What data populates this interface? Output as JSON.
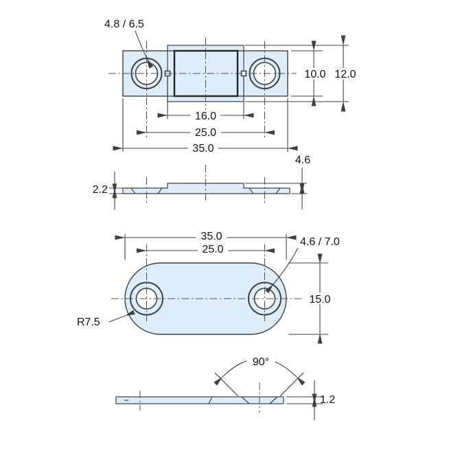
{
  "drawing_colors": {
    "part_fill": "#dcedf9",
    "line": "#3c3f44",
    "text": "#111111"
  },
  "views": {
    "catch_top": {
      "hole_callout": "4.8 / 6.5",
      "magnet_width": "16.0",
      "hole_spacing": "25.0",
      "overall_width": "35.0",
      "body_height": "10.0",
      "overall_height": "12.0"
    },
    "catch_side": {
      "flange_thickness": "2.2",
      "total_height": "4.6"
    },
    "plate_top": {
      "overall_width": "35.0",
      "hole_spacing": "25.0",
      "hole_callout": "4.6 / 7.0",
      "plate_height": "15.0",
      "end_radius": "R7.5"
    },
    "plate_side": {
      "countersink_angle": "90°",
      "thickness": "1.2"
    }
  }
}
